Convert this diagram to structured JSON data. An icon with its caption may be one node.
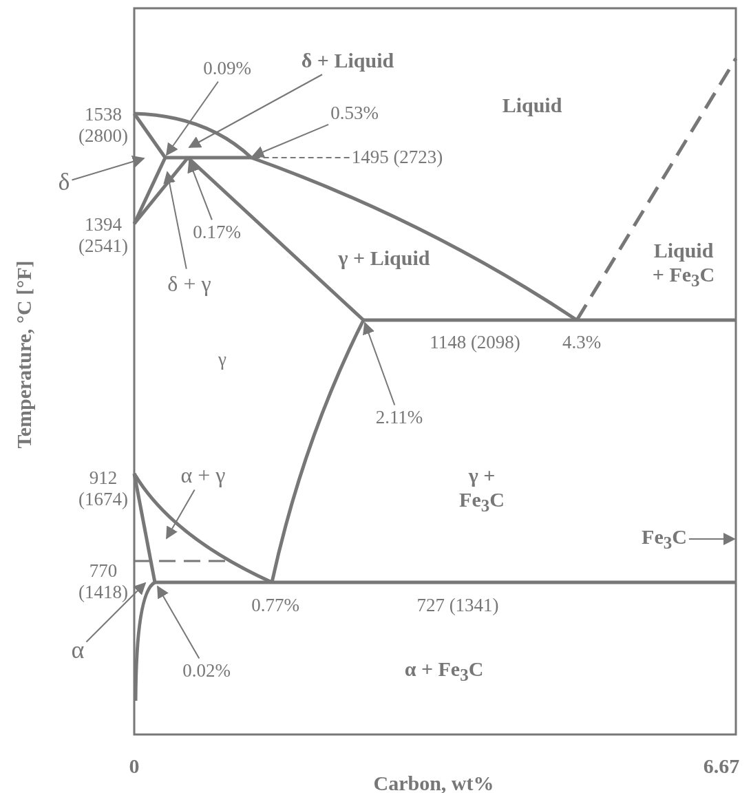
{
  "diagram": {
    "nodes": [
      {
        "text": [
          "0.09%"
        ]
      },
      {
        "text": [
          "δ + Liquid"
        ]
      },
      {
        "text": [
          "0.53%"
        ]
      },
      {
        "text": [
          "1495 (2723)"
        ]
      },
      {
        "text": [
          "δ"
        ]
      },
      {
        "text": [
          "0.17%"
        ]
      },
      {
        "text": [
          "δ + γ"
        ]
      },
      {
        "text": [
          "2.11%"
        ]
      },
      {
        "text": [
          "α + γ"
        ]
      },
      {
        "text": [
          "α"
        ]
      },
      {
        "text": [
          "0.02%"
        ]
      },
      {
        "text": [
          "Fe$_{3}$C"
        ]
      }
    ],
    "edges": [
      {
        "from": 0,
        "to": null,
        "arrow": "to"
      },
      {
        "from": 1,
        "to": null,
        "arrow": "to"
      },
      {
        "from": 2,
        "to": null,
        "arrow": "to"
      },
      {
        "from": 3,
        "to": null,
        "arrow": "none",
        "style": "dashed"
      },
      {
        "from": 4,
        "to": null,
        "arrow": "to"
      },
      {
        "from": 5,
        "to": null,
        "arrow": "to"
      },
      {
        "from": 6,
        "to": null,
        "arrow": "to"
      },
      {
        "from": 7,
        "to": null,
        "arrow": "to"
      },
      {
        "from": 8,
        "to": null,
        "arrow": "to"
      },
      {
        "from": 9,
        "to": null,
        "arrow": "to"
      },
      {
        "from": 10,
        "to": null,
        "arrow": "to"
      },
      {
        "from": 11,
        "to": null,
        "arrow": "to"
      }
    ],
    "labels": [
      "Liquid",
      "1538 (2800)",
      "1394 (2541)",
      "γ + Liquid",
      "Liquid + Fe$_{3}$C",
      "γ",
      "1148 (2098)",
      "4.3%",
      "912 (1674)",
      "γ + Fe$_{3}$C",
      "770 (1418)",
      "0.77%",
      "727 (1341)",
      "α + Fe$_{3}$C",
      "0",
      "6.67",
      "Carbon, wt%",
      "Temperature, °C [°F]"
    ]
  }
}
